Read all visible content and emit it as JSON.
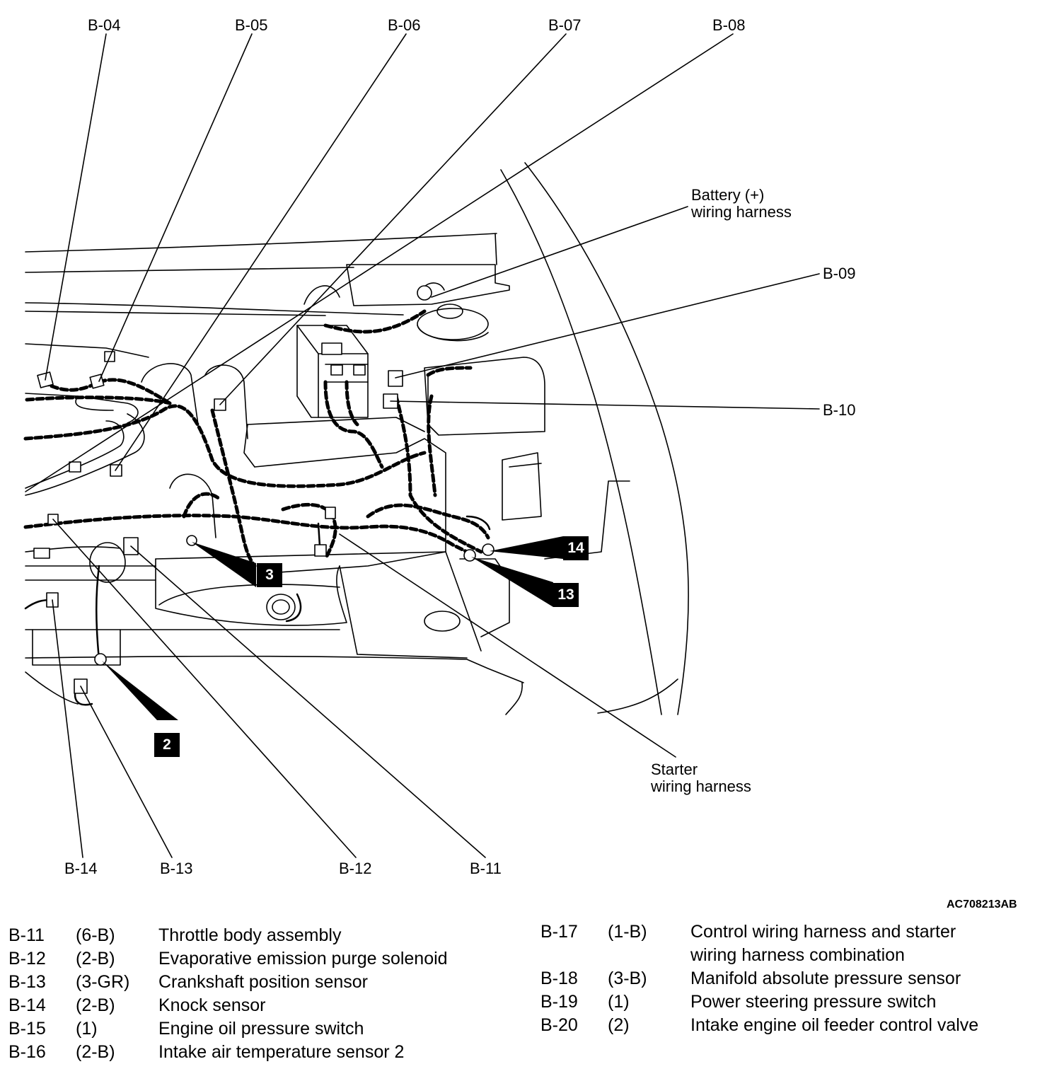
{
  "callouts": {
    "b04": "B-04",
    "b05": "B-05",
    "b06": "B-06",
    "b07": "B-07",
    "b08": "B-08",
    "b09": "B-09",
    "b10": "B-10",
    "b11": "B-11",
    "b12": "B-12",
    "b13": "B-13",
    "b14": "B-14",
    "battery_line1": "Battery (+)",
    "battery_line2": "wiring harness",
    "starter_line1": "Starter",
    "starter_line2": "wiring harness"
  },
  "badges": {
    "b2": "2",
    "b3": "3",
    "b13": "13",
    "b14": "14"
  },
  "drawing_id": "AC708213AB",
  "legend_left": [
    {
      "code": "B-11",
      "spec": "(6-B)",
      "desc": "Throttle body assembly"
    },
    {
      "code": "B-12",
      "spec": "(2-B)",
      "desc": "Evaporative emission purge solenoid"
    },
    {
      "code": "B-13",
      "spec": "(3-GR)",
      "desc": "Crankshaft position sensor"
    },
    {
      "code": "B-14",
      "spec": "(2-B)",
      "desc": "Knock sensor"
    },
    {
      "code": "B-15",
      "spec": "(1)",
      "desc": "Engine oil pressure switch"
    },
    {
      "code": "B-16",
      "spec": "(2-B)",
      "desc": "Intake air temperature sensor 2"
    }
  ],
  "legend_right": [
    {
      "code": "B-17",
      "spec": "(1-B)",
      "desc1": "Control wiring harness and starter",
      "desc2": "wiring harness combination"
    },
    {
      "code": "B-18",
      "spec": "(3-B)",
      "desc": "Manifold absolute pressure sensor"
    },
    {
      "code": "B-19",
      "spec": "(1)",
      "desc": "Power steering pressure switch"
    },
    {
      "code": "B-20",
      "spec": "(2)",
      "desc": "Intake engine oil feeder control valve"
    }
  ]
}
